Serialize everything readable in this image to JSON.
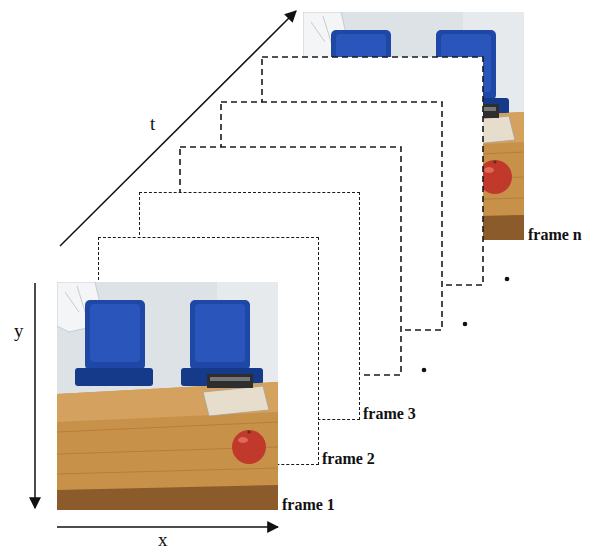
{
  "diagram": {
    "nodes": [
      {
        "text": [
          "frame 1"
        ]
      },
      {
        "text": [
          "frame 2"
        ]
      },
      {
        "text": [
          "frame 3"
        ]
      },
      {
        "text": [
          "frame n"
        ]
      }
    ],
    "labels": [
      "t",
      "y",
      "x"
    ]
  }
}
